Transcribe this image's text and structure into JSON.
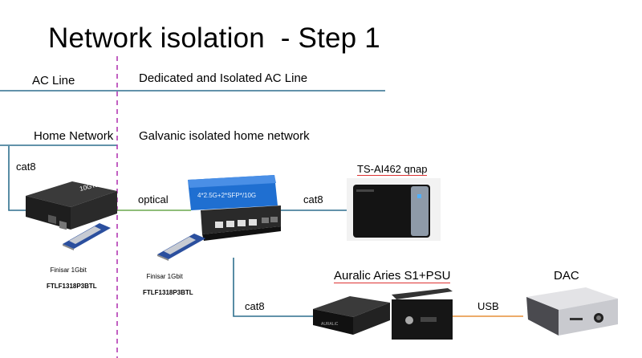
{
  "title": "Network isolation  - Step 1",
  "zones": {
    "ac_line": "AC Line",
    "dedicated_ac": "Dedicated and Isolated AC Line",
    "home_network": "Home Network",
    "galvanic": "Galvanic isolated home network"
  },
  "links": {
    "cat8_left": "cat8",
    "optical": "optical",
    "cat8_nas": "cat8",
    "cat8_streamer": "cat8",
    "usb": "USB"
  },
  "devices": {
    "media_converter_brand": "10GTek",
    "switch_label": "4*2.5G+2*SFP*/10G",
    "nas": "TS-AI462 qnap",
    "streamer": "Auralic Aries S1+PSU",
    "dac": "DAC"
  },
  "sfp_left": {
    "line1": "Finisar 1Gbit",
    "line2": "FTLF1318P3BTL"
  },
  "sfp_right": {
    "line1": "Finisar 1Gbit",
    "line2": "FTLF1318P3BTL"
  },
  "colors": {
    "ac_line": "#2e6f8e",
    "dashed_divider": "#b33ab3",
    "optical": "#6aa84f",
    "usb": "#e69138",
    "cat_wire": "#2e6f8e"
  },
  "icons": [
    "media-converter-icon",
    "sfp-module-icon",
    "network-switch-icon",
    "nas-icon",
    "streamer-icon",
    "dac-icon"
  ]
}
